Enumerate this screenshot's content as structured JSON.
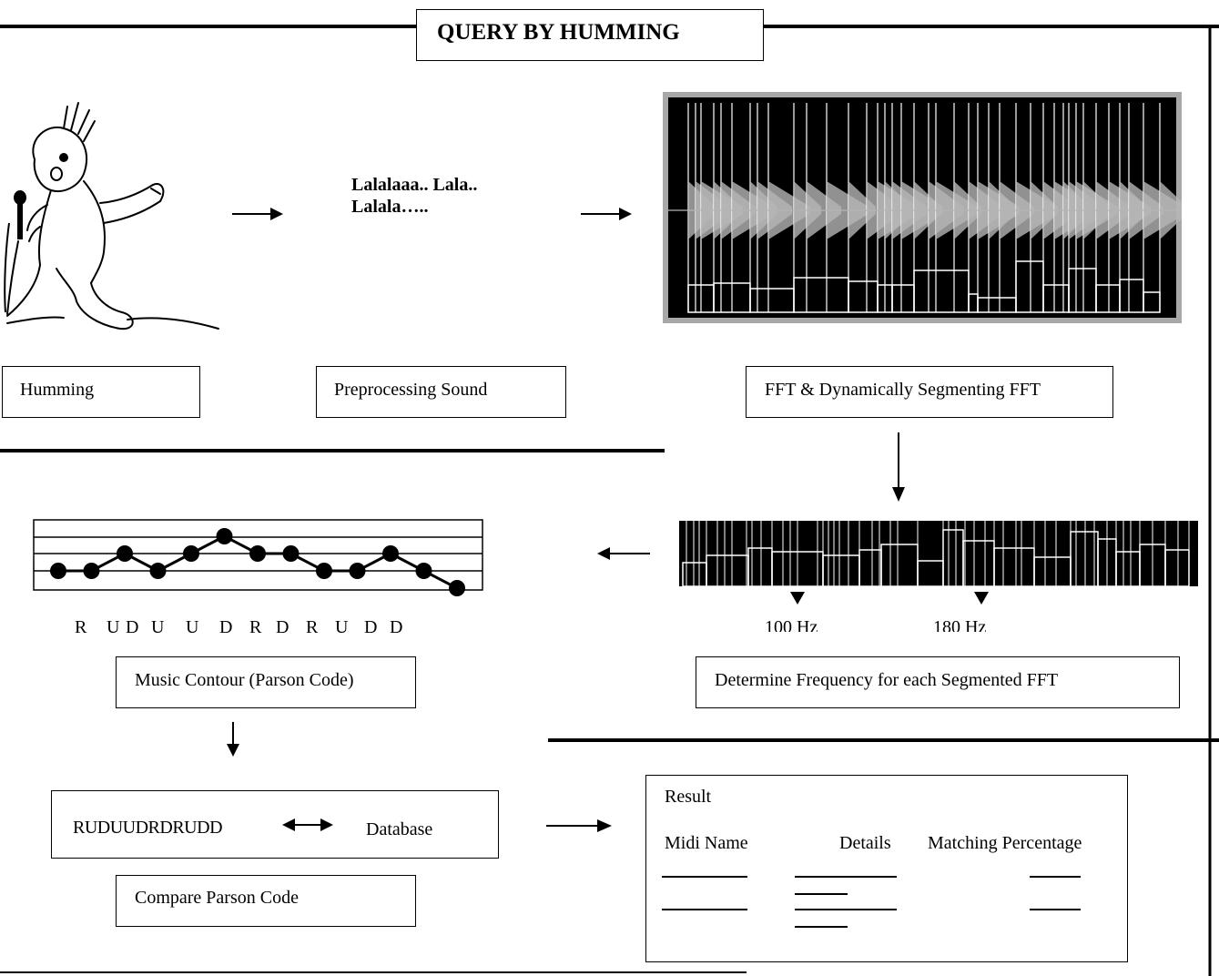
{
  "title": "QUERY BY HUMMING",
  "steps": {
    "humming": "Humming",
    "preprocessing": "Preprocessing Sound",
    "fft": "FFT & Dynamically Segmenting FFT",
    "frequency": "Determine Frequency for each Segmented FFT",
    "contour": "Music Contour (Parson Code)",
    "compare": "Compare Parson Code"
  },
  "hum_text": {
    "line1": "Lalalaaa.. Lala..",
    "line2": "Lalala….."
  },
  "frequency_markers": [
    "100 Hz",
    "180 Hz"
  ],
  "parsons": {
    "letters": [
      "R",
      "U",
      "D",
      "U",
      "U",
      "D",
      "R",
      "D",
      "R",
      "U",
      "D",
      "D"
    ],
    "levels": [
      2,
      2,
      3,
      2,
      3,
      4,
      3,
      3,
      2,
      2,
      3,
      2,
      1
    ],
    "code": "RUDUUDRDRUDD",
    "database": "Database"
  },
  "result": {
    "heading": "Result",
    "columns": [
      "Midi Name",
      "Details",
      "Matching Percentage"
    ]
  },
  "colors": {
    "line": "#000000",
    "panel": "#000000",
    "panel_border": "#a8a8a8",
    "wave": "#b5b5b5",
    "segment": "#ffffff"
  }
}
